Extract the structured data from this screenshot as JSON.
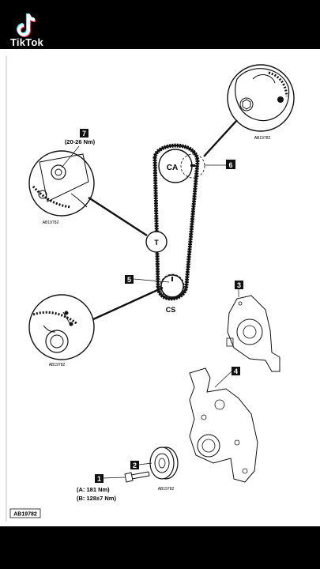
{
  "watermark": {
    "brand": "TikTok"
  },
  "diagram": {
    "labels": {
      "camshaft": "CA",
      "tensioner": "T",
      "crankshaft": "CS"
    },
    "callouts": [
      {
        "number": "7",
        "torque": "(20-26 Nm)"
      },
      {
        "number": "6"
      },
      {
        "number": "5"
      },
      {
        "number": "3"
      },
      {
        "number": "4"
      },
      {
        "number": "2"
      },
      {
        "number": "1",
        "torque_a": "(A: 181 Nm)",
        "torque_b": "(B: 128±7 Nm)"
      }
    ],
    "small_refs": [
      "AB19782",
      "AB19782",
      "AB19782",
      "AB19782"
    ],
    "figure_ref": "AB19782"
  }
}
